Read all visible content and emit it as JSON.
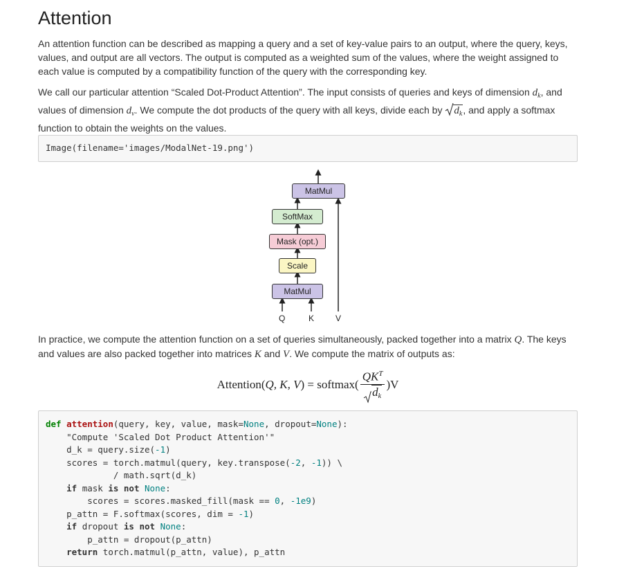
{
  "heading": "Attention",
  "para1": "An attention function can be described as mapping a query and a set of key-value pairs to an output, where the query, keys, values, and output are all vectors. The output is computed as a weighted sum of the values, where the weight assigned to each value is computed by a compatibility function of the query with the corresponding key.",
  "para2": {
    "part1": "We call our particular attention “Scaled Dot-Product Attention”. The input consists of queries and keys of dimension ",
    "part2": ", and values of dimension ",
    "part3": ". We compute the dot products of the query with all keys, divide each by ",
    "part4": ", and apply a softmax function to obtain the weights on the values.",
    "dk_base": "d",
    "dk_sub": "k",
    "dv_base": "d",
    "dv_sub": "v"
  },
  "code1": "Image(filename='images/ModalNet-19.png')",
  "diagram": {
    "boxes": {
      "matmul_top": "MatMul",
      "softmax": "SoftMax",
      "mask": "Mask (opt.)",
      "scale": "Scale",
      "matmul_bottom": "MatMul"
    },
    "inputs": {
      "q": "Q",
      "k": "K",
      "v": "V"
    },
    "colors": {
      "matmul": "#cbc3e6",
      "softmax": "#d4ecd0",
      "mask": "#f6ccd6",
      "scale": "#fbf6c4"
    }
  },
  "para3": {
    "part1": "In practice, we compute the attention function on a set of queries simultaneously, packed together into a matrix ",
    "q": "Q",
    "part2": ". The keys and values are also packed together into matrices ",
    "k": "K",
    "part3": " and ",
    "v": "V",
    "part4": ". We compute the matrix of outputs as:"
  },
  "formula": {
    "lhs": "Attention(",
    "args": "Q, K, V",
    "eq": ") = softmax(",
    "num": "QK",
    "num_sup": "T",
    "den_base": "d",
    "den_sub": "k",
    "rhs": ")V"
  },
  "code2": {
    "l1_def": "def",
    "l1_fn": "attention",
    "l1_a": "(query, key, value, mask=",
    "l1_none1": "None",
    "l1_b": ", dropout=",
    "l1_none2": "None",
    "l1_c": "):",
    "l2": "    \"Compute 'Scaled Dot Product Attention'\"",
    "l3_a": "    d_k = query.size(",
    "l3_n": "-1",
    "l3_b": ")",
    "l4_a": "    scores = torch.matmul(query, key.transpose(",
    "l4_n1": "-2",
    "l4_b": ", ",
    "l4_n2": "-1",
    "l4_c": ")) \\",
    "l5": "             / math.sqrt(d_k)",
    "l6_if": "if",
    "l6_a": " mask ",
    "l6_isnot": "is not",
    "l6_none": "None",
    "l6_b": ":",
    "l7_a": "        scores = scores.masked_fill(mask == ",
    "l7_n1": "0",
    "l7_b": ", ",
    "l7_n2": "-1e9",
    "l7_c": ")",
    "l8_a": "    p_attn = F.softmax(scores, dim = ",
    "l8_n": "-1",
    "l8_b": ")",
    "l9_if": "if",
    "l9_a": " dropout ",
    "l9_isnot": "is not",
    "l9_none": "None",
    "l9_b": ":",
    "l10": "        p_attn = dropout(p_attn)",
    "l11_ret": "return",
    "l11_a": " torch.matmul(p_attn, value), p_attn"
  }
}
